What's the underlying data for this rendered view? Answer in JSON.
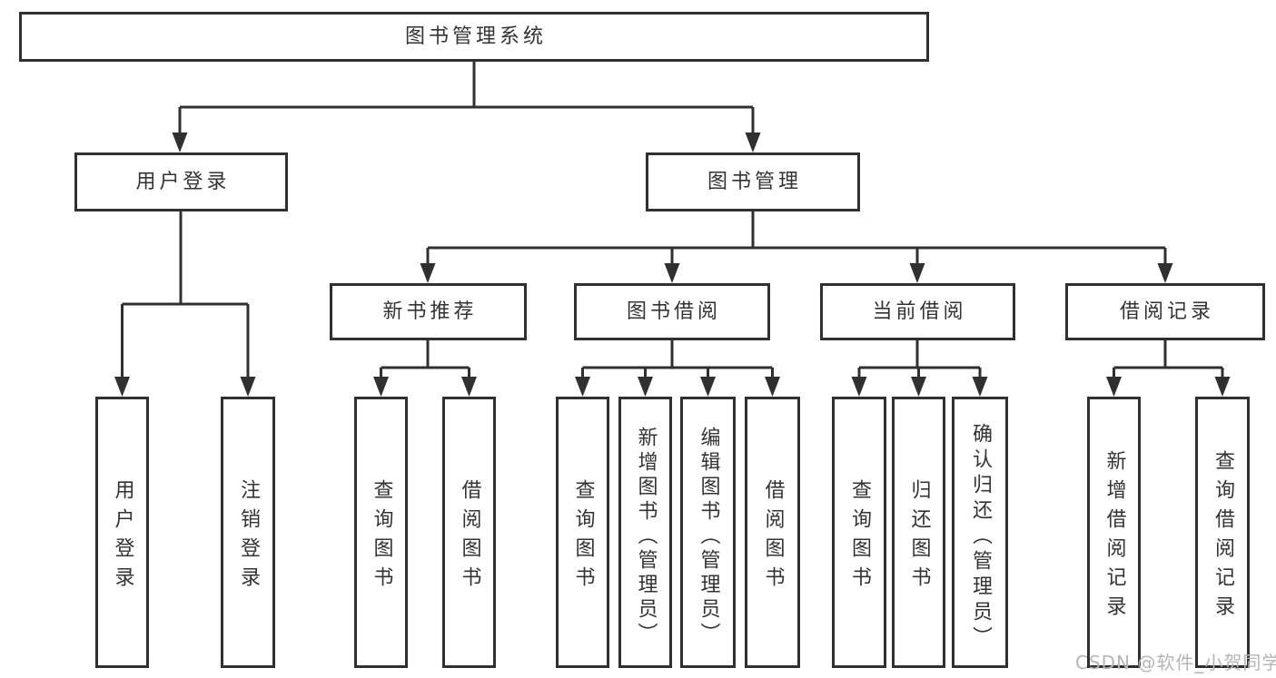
{
  "tree": {
    "label": "图书管理系统",
    "children": [
      {
        "label": "用户登录",
        "children": [
          {
            "label": "用户登录"
          },
          {
            "label": "注销登录"
          }
        ]
      },
      {
        "label": "图书管理",
        "children": [
          {
            "label": "新书推荐",
            "children": [
              {
                "label": "查询图书"
              },
              {
                "label": "借阅图书"
              }
            ]
          },
          {
            "label": "图书借阅",
            "children": [
              {
                "label": "查询图书"
              },
              {
                "label": "新增图书（管理员）"
              },
              {
                "label": "编辑图书（管理员）"
              },
              {
                "label": "借阅图书"
              }
            ]
          },
          {
            "label": "当前借阅",
            "children": [
              {
                "label": "查询图书"
              },
              {
                "label": "归还图书"
              },
              {
                "label": "确认归还（管理员）"
              }
            ]
          },
          {
            "label": "借阅记录",
            "children": [
              {
                "label": "新增借阅记录"
              },
              {
                "label": "查询借阅记录"
              }
            ]
          }
        ]
      }
    ]
  },
  "watermark": {
    "text": "CSDN @软件_小贺同学"
  },
  "colors": {
    "line": "#303030",
    "box_border": "#303030",
    "text": "#333333",
    "watermark": "#b5b5b5",
    "background": "#ffffff"
  }
}
